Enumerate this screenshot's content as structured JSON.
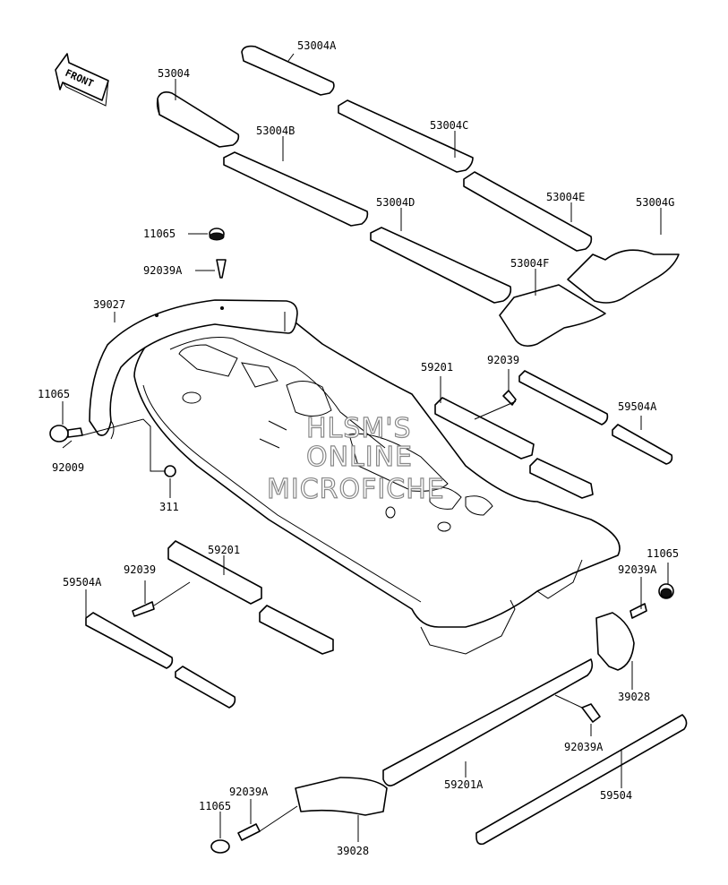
{
  "front_label": "FRONT",
  "watermark": [
    "HLSM'S",
    "ONLINE",
    "MICROFICHE"
  ],
  "labels": {
    "p53004A": "53004A",
    "p53004": "53004",
    "p53004B": "53004B",
    "p53004C": "53004C",
    "p53004D": "53004D",
    "p53004E": "53004E",
    "p53004F": "53004F",
    "p53004G": "53004G",
    "p11065_top": "11065",
    "p92039A_top": "92039A",
    "p39027": "39027",
    "p11065_left": "11065",
    "p92009": "92009",
    "p311": "311",
    "p59201_right": "59201",
    "p92039_right": "92039",
    "p59504A_right": "59504A",
    "p59201_left": "59201",
    "p92039_left": "92039",
    "p59504A_left": "59504A",
    "p11065_right": "11065",
    "p92039A_right": "92039A",
    "p39028_right": "39028",
    "p92039A_mid": "92039A",
    "p59201A": "59201A",
    "p59504": "59504",
    "p92039A_bottom": "92039A",
    "p11065_bottom": "11065",
    "p39028_bottom": "39028"
  }
}
